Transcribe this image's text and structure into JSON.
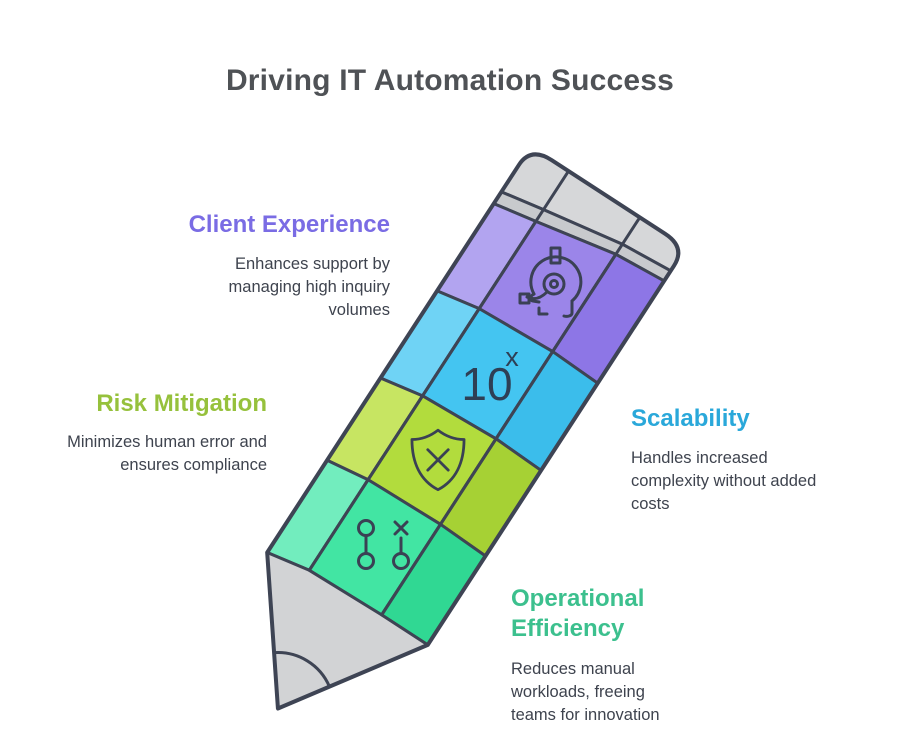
{
  "title": {
    "text": "Driving IT Automation Success",
    "color": "#4f5256"
  },
  "sections": [
    {
      "label": "Client Experience",
      "description": "Enhances support by managing high inquiry volumes",
      "accent_color": "#7a6ce4",
      "icon": "headset-support-icon"
    },
    {
      "label": "Scalability",
      "description": "Handles increased complexity without added costs",
      "accent_color": "#2aa8da",
      "icon": "exponent-growth-icon"
    },
    {
      "label": "Risk Mitigation",
      "description": "Minimizes human error and ensures compliance",
      "accent_color": "#96c13c",
      "icon": "shield-x-icon"
    },
    {
      "label": "Operational Efficiency",
      "description": "Reduces manual workloads, freeing teams for innovation",
      "accent_color": "#3cc08e",
      "icon": "strategy-ox-icon"
    }
  ],
  "pencil": {
    "exponent_base": "10",
    "exponent_power": "x",
    "icon_text_color": "#2e3f55",
    "icon_stroke_color": "#3a4154",
    "outline_color": "#3e4454",
    "cap_color": "#d6d7d9",
    "ferrule_color": "#c8cacd",
    "tip_color": "#d2d3d5",
    "segments": [
      {
        "name": "client-experience",
        "left": "#b2a4f0",
        "center": "#9b85e9",
        "right": "#8d76e6"
      },
      {
        "name": "scalability",
        "left": "#6fd3f5",
        "center": "#44c5f1",
        "right": "#3bbdeb"
      },
      {
        "name": "risk-mitigation",
        "left": "#c7e562",
        "center": "#b2dc3d",
        "right": "#a6d134"
      },
      {
        "name": "operational-efficiency",
        "left": "#72edbe",
        "center": "#42e5a3",
        "right": "#30d893"
      }
    ]
  }
}
